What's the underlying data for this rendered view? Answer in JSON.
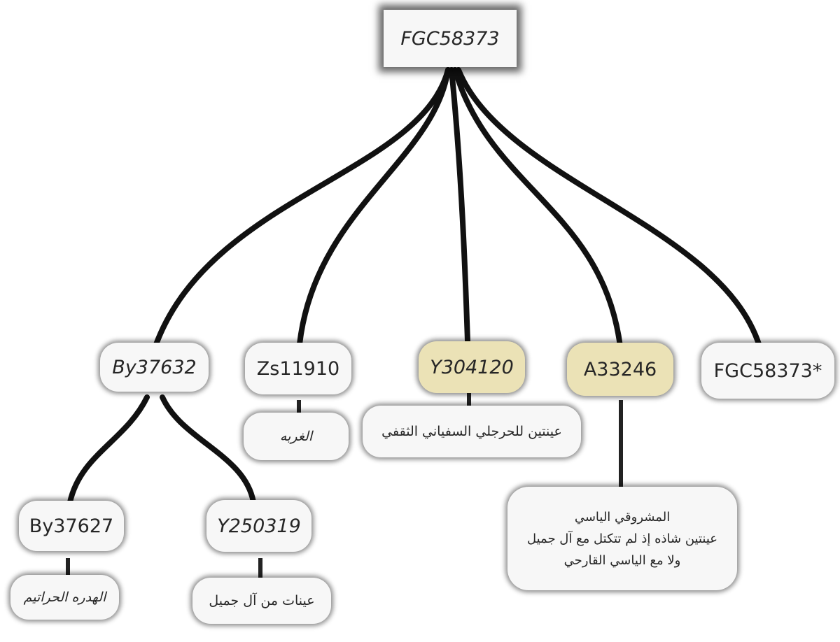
{
  "tree": {
    "root": "FGC58373",
    "branches": [
      {
        "label": "By37632",
        "children": [
          {
            "label": "By37627",
            "note": "الهدره الحراتيم"
          },
          {
            "label": "Y250319",
            "note": "عينات من آل جميل"
          }
        ]
      },
      {
        "label": "Zs11910",
        "note": "الغربه"
      },
      {
        "label": "Y304120",
        "note": "عينتين للحرجلي السفياني الثقفي",
        "highlight": "#ebe2b6"
      },
      {
        "label": "A33246",
        "highlight": "#ebe2b6",
        "note_lines": [
          "المشروقي الياسي",
          "عينتين شاذه إذ لم تتكتل مع آل جميل",
          "ولا مع الياسي القارحي"
        ]
      },
      {
        "label": "FGC58373*"
      }
    ]
  }
}
